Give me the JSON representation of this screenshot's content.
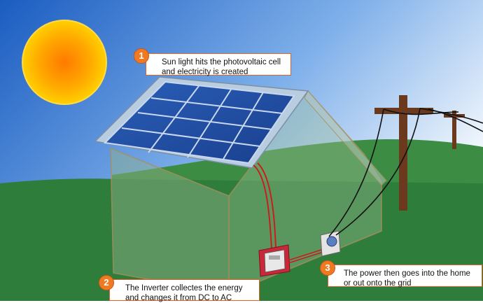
{
  "callouts": [
    {
      "number": "1",
      "lines": [
        "Sun light hits the photovoltaic cell",
        "and electricity is created"
      ]
    },
    {
      "number": "2",
      "lines": [
        "The Inverter collectes the energy",
        "and changes it from DC to AC"
      ]
    },
    {
      "number": "3",
      "lines": [
        "The power then goes into the home",
        "or out onto the grid"
      ]
    }
  ],
  "colors": {
    "sky_top": "#1f63c4",
    "sky_bottom": "#ffffff",
    "sun": "#ff8a00",
    "grass": "#2f7d3a",
    "panel": "#1f4fa6",
    "badge": "#ef7a22",
    "pole": "#6b3a1e",
    "wire_red": "#c81e1e"
  },
  "icons": [
    "sun-icon",
    "solar-panel-icon",
    "inverter-icon",
    "electric-meter-icon",
    "utility-pole-icon"
  ]
}
